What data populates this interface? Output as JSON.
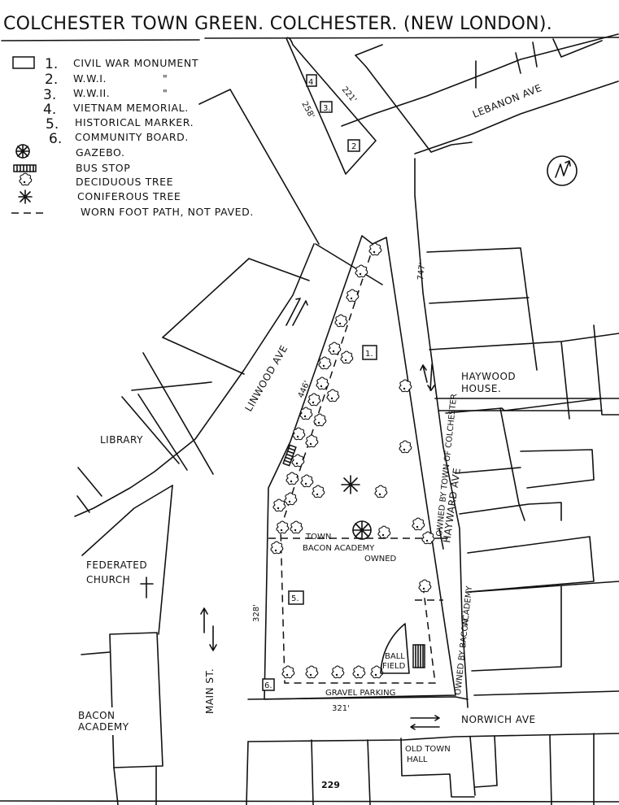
{
  "title": "COLCHESTER TOWN GREEN. COLCHESTER. (NEW LONDON).",
  "legend": {
    "items": [
      {
        "num": "1.",
        "label": "CIVIL WAR MONUMENT"
      },
      {
        "num": "2.",
        "label": "W.W.I.",
        "ditto": "\""
      },
      {
        "num": "3.",
        "label": "W.W.II.",
        "ditto": "\""
      },
      {
        "num": "4.",
        "label": "VIETNAM MEMORIAL."
      },
      {
        "num": "5.",
        "label": "HISTORICAL MARKER."
      },
      {
        "num": "6.",
        "label": "COMMUNITY BOARD."
      }
    ],
    "symbols": [
      {
        "icon": "gazebo-icon",
        "label": "GAZEBO."
      },
      {
        "icon": "bus-stop-icon",
        "label": "BUS STOP"
      },
      {
        "icon": "deciduous-tree-icon",
        "label": "DECIDUOUS TREE"
      },
      {
        "icon": "coniferous-tree-icon",
        "label": "CONIFEROUS TREE"
      },
      {
        "icon": "dashed-line-icon",
        "label": "WORN FOOT PATH, NOT PAVED."
      }
    ]
  },
  "streets": {
    "lebanon": "LEBANON AVE",
    "linwood": "LINWOOD AVE",
    "hayward": "HAYWARD AVE",
    "main": "MAIN ST.",
    "norwich": "NORWICH AVE"
  },
  "buildings": {
    "library": "LIBRARY",
    "church_line1": "FEDERATED",
    "church_line2": "CHURCH",
    "haywood_line1": "HAYWOOD",
    "haywood_line2": "HOUSE.",
    "bacon_line1": "BACON",
    "bacon_line2": "ACADEMY",
    "townhall_line1": "OLD TOWN",
    "townhall_line2": "HALL"
  },
  "green": {
    "markers": [
      "1.",
      "2",
      "3.",
      "4",
      "5.",
      "6."
    ],
    "dimensions": {
      "small_left": "258'",
      "small_right": "221'",
      "linwood_side": "446'",
      "hayward_side": "747'",
      "main_side": "328'",
      "norwich_side": "321'"
    },
    "labels": {
      "owned_town": "OWNED BY TOWN OF COLCHESTER",
      "owned_bacon_1": "OWNED BY BACON",
      "owned_bacon_2": "ACADEMY",
      "town": "TOWN",
      "bacon_academy": "BACON ACADEMY",
      "owned": "OWNED",
      "ball_1": "BALL",
      "ball_2": "FIELD",
      "gravel": "GRAVEL PARKING"
    }
  },
  "north_arrow": "N",
  "page_number": "229"
}
